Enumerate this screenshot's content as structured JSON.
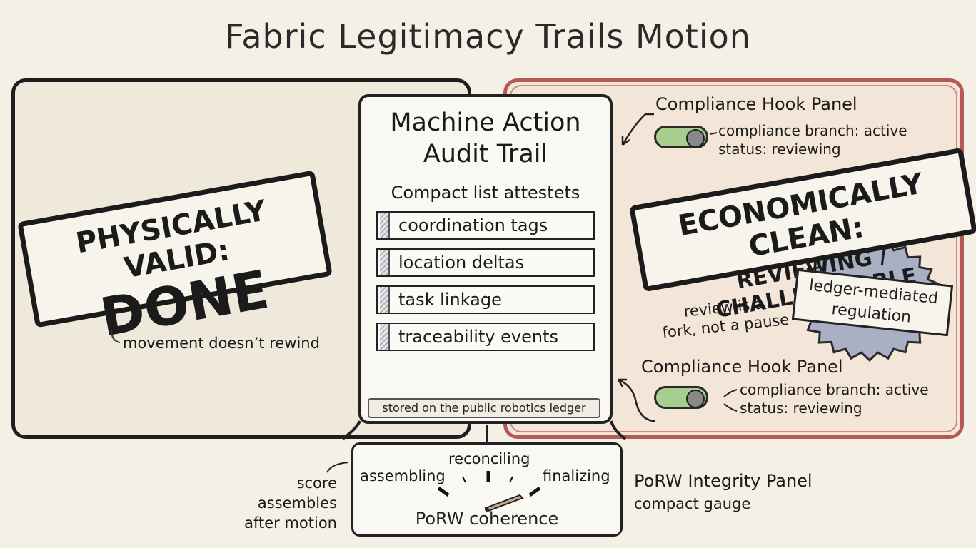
{
  "title": "Fabric Legitimacy Trails Motion",
  "left_panel": {
    "stamp_line1": "PHYSICALLY VALID:",
    "stamp_line2": "DONE",
    "note": "movement doesn’t rewind"
  },
  "audit_trail": {
    "title_line1": "Machine Action",
    "title_line2": "Audit Trail",
    "subtitle": "Compact list attestets",
    "items": [
      "coordination tags",
      "location deltas",
      "task linkage",
      "traceability events"
    ],
    "footer": "stored on the public robotics ledger"
  },
  "right_panel": {
    "hook_top": {
      "title": "Compliance Hook Panel",
      "branch": "compliance branch: active",
      "status": "status: reviewing"
    },
    "stamp_line1": "ECONOMICALLY CLEAN:",
    "stamp_line2": "REVIEWING / CHALLENGEABLE",
    "seal_line1": "ledger-mediated",
    "seal_line2": "regulation",
    "review_note_line1": "review is a",
    "review_note_line2": "fork, not a pause",
    "hook_bottom": {
      "title": "Compliance Hook Panel",
      "branch": "compliance branch: active",
      "status": "status: reviewing"
    }
  },
  "gauge": {
    "left_note_line1": "score assembles",
    "left_note_line2": "after motion",
    "stages": [
      "assembling",
      "reconciling",
      "finalizing"
    ],
    "label": "PoRW coherence",
    "panel_title": "PoRW Integrity Panel",
    "panel_subtitle": "compact gauge"
  },
  "colors": {
    "right_border": "#b45a55",
    "toggle_on": "#a6cf8f",
    "seal": "#a9b0c4"
  },
  "icons": [
    "toggle-switch-icon",
    "seal-badge-icon",
    "gauge-needle-icon",
    "arrow-icon"
  ]
}
